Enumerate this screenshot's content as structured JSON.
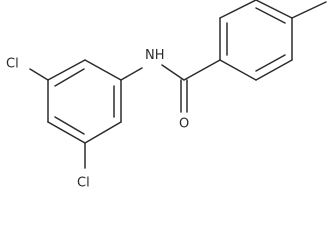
{
  "molecule": {
    "atoms": {
      "chlorine_top": "Cl",
      "amide_nitrogen": "N",
      "amide_hydrogen": "H",
      "carbonyl_oxygen": "O",
      "chlorine_bottom": "Cl"
    }
  }
}
